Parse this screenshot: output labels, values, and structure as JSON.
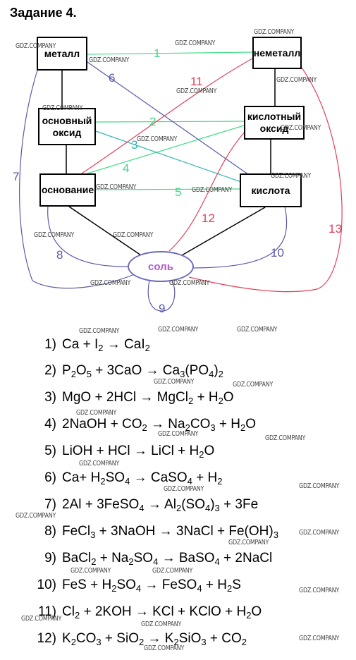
{
  "title": "Задание 4.",
  "watermark": "GDZ.COMPANY",
  "colors": {
    "green": "#3ddc84",
    "red": "#e2405a",
    "blue": "#5a5aaa",
    "teal": "#31b8b0",
    "salt": "#b05cc8"
  },
  "boxes": {
    "metal": "металл",
    "nonmetal": "неметалл",
    "basic_oxide_1": "основный",
    "basic_oxide_2": "оксид",
    "acid_oxide_1": "кислотный",
    "acid_oxide_2": "оксид",
    "base": "основание",
    "acid": "кислота",
    "salt": "соль"
  },
  "arrow_numbers": [
    "1",
    "2",
    "3",
    "4",
    "5",
    "6",
    "7",
    "8",
    "9",
    "10",
    "11",
    "12",
    "13"
  ],
  "equations": [
    {
      "n": "1)",
      "parts": [
        "Ca + I",
        "2",
        " → CaI",
        "2",
        ""
      ]
    },
    {
      "n": "2)",
      "parts": [
        "P",
        "2",
        "O",
        "5",
        " + 3CaO → Ca",
        "3",
        "(PO",
        "4",
        ")",
        "2",
        ""
      ]
    },
    {
      "n": "3)",
      "parts": [
        "MgO + 2HCl → MgCl",
        "2",
        " + H",
        "2",
        "O"
      ]
    },
    {
      "n": "4)",
      "parts": [
        "2NaOH + CO",
        "2",
        " → Na",
        "2",
        "CO",
        "3",
        " + H",
        "2",
        "O"
      ]
    },
    {
      "n": "5)",
      "parts": [
        "LiOH + HCl → LiCl + H",
        "2",
        "O"
      ]
    },
    {
      "n": "6)",
      "parts": [
        "Ca+ H",
        "2",
        "SO",
        "4",
        " → CaSO",
        "4",
        " + H",
        "2",
        ""
      ]
    },
    {
      "n": "7)",
      "parts": [
        "2Al + 3FeSO",
        "4",
        " → Al",
        "2",
        "(SO",
        "4",
        ")",
        "3",
        " + 3Fe"
      ]
    },
    {
      "n": "8)",
      "parts": [
        "FeCl",
        "3",
        " + 3NaOH → 3NaCl + Fe(OH)",
        "3",
        ""
      ]
    },
    {
      "n": "9)",
      "parts": [
        "BaCl",
        "2",
        " + Na",
        "2",
        "SO",
        "4",
        " → BaSO",
        "4",
        " + 2NaCl"
      ]
    },
    {
      "n": "10)",
      "parts": [
        "FeS + H",
        "2",
        "SO",
        "4",
        " → FeSO",
        "4",
        " + H",
        "2",
        "S"
      ]
    },
    {
      "n": "11)",
      "parts": [
        "Cl",
        "2",
        " + 2KOH → KCl + KClO + H",
        "2",
        "O"
      ]
    },
    {
      "n": "12)",
      "parts": [
        "K",
        "2",
        "CO",
        "3",
        " + SiO",
        "2",
        " → K",
        "2",
        "SiO",
        "3",
        " + CO",
        "2",
        ""
      ]
    }
  ]
}
